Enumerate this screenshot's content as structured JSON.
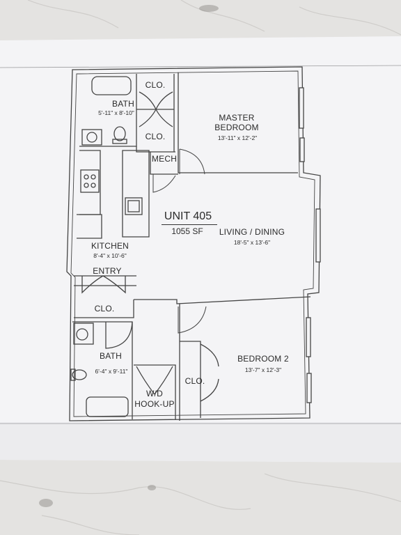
{
  "unit": {
    "title": "UNIT 405",
    "area": "1055 SF"
  },
  "rooms": {
    "bath1": {
      "name": "BATH",
      "dims": "5'-11\" x 8'-10\""
    },
    "clo_top": {
      "name": "CLO."
    },
    "clo_mid": {
      "name": "CLO."
    },
    "master": {
      "name_line1": "MASTER",
      "name_line2": "BEDROOM",
      "dims": "13'-11\" x 12'-2\""
    },
    "mech": {
      "name": "MECH"
    },
    "living": {
      "name": "LIVING / DINING",
      "dims": "18'-5\" x 13'-6\""
    },
    "kitchen": {
      "name": "KITCHEN",
      "dims": "8'-4\" x 10'-6\""
    },
    "entry": {
      "name": "ENTRY"
    },
    "clo_entry": {
      "name": "CLO."
    },
    "bath2": {
      "name": "BATH",
      "dims": "6'-4\" x 9'-11\""
    },
    "wd": {
      "name_line1": "W/D",
      "name_line2": "HOOK-UP"
    },
    "clo_bed2": {
      "name": "CLO."
    },
    "bedroom2": {
      "name": "BEDROOM 2",
      "dims": "13'-7\" x 12'-3\""
    }
  }
}
